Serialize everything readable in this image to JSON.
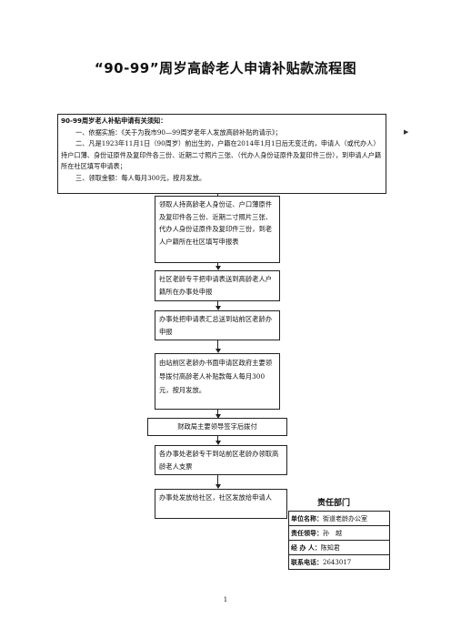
{
  "title": "“90-99”周岁高龄老人申请补贴款流程图",
  "notice": {
    "heading": "90-99周岁老人补贴申请有关须知：",
    "item1": "一、依据实施：《关于为我市90—99周岁老年人发放高龄补贴的请示》；",
    "item2": "二、凡是1923年11月1日（90周岁）前出生的，户籍在2014年1月1日后无变迁的，申请人（或代办人）持户口薄、身份证原件及复印件各三份、近期二寸照片三张、（代办人身份证原件及复印件三份），到申请人户籍所在社区填写申请表；",
    "item3": "三、领取金额：每人每月300元，按月发放。"
  },
  "marker": "▶",
  "steps": [
    "领取人持高龄老人身份证、户口薄原件及复印件各三份、近期二寸照片三张、代办人身份证原件及复印件三份，到老人户籍所在社区填写申报表",
    "社区老龄专干把申请表送到高龄老人户籍所在办事处申报",
    "办事处把申请表汇总送到站前区老龄办申报",
    "由站前区老龄办书面申请区政府主要领导拨付高龄老人补贴款每人每月300元，按月发放。",
    "财政局主要领导签字后拨付",
    "各办事处老龄专干到站前区老龄办领取高龄老人支票",
    "办事处发放给社区，社区发放给申请人"
  ],
  "responsibility": {
    "title": "责任部门",
    "rows": [
      {
        "key": "单位名称：",
        "value": "街道老龄办公室"
      },
      {
        "key": "责任领导：",
        "value": "孙　越"
      },
      {
        "key": "经  办  人：",
        "value": "陈知君"
      },
      {
        "key": "联系电话：",
        "value": "2643017"
      }
    ]
  },
  "page_number": "1"
}
